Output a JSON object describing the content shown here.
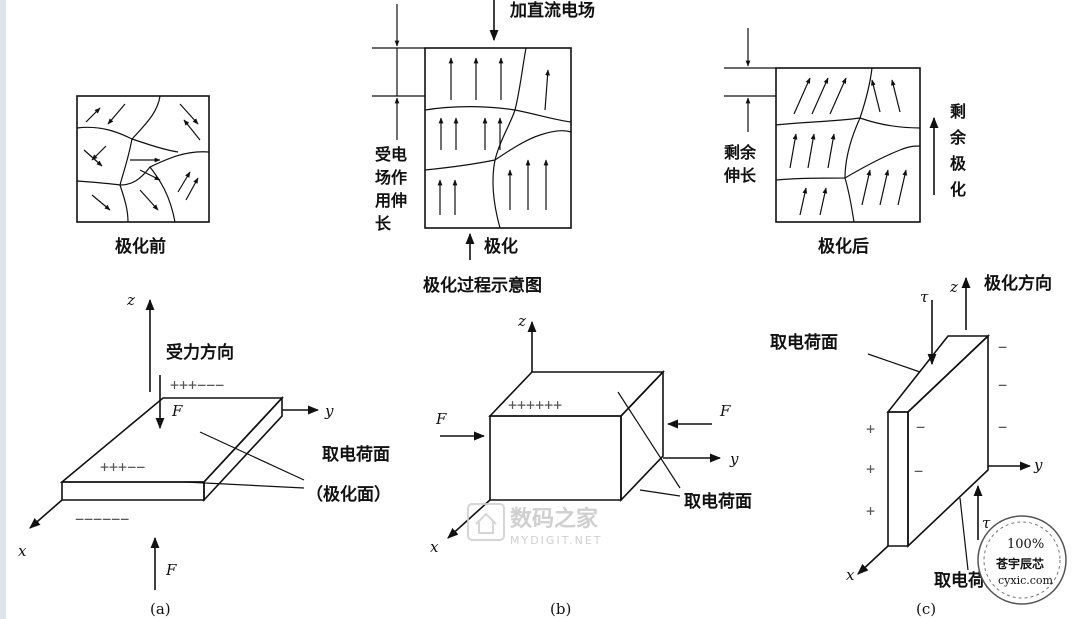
{
  "top_row": {
    "before": {
      "label": "极化前"
    },
    "process": {
      "top_label": "加直流电场",
      "bottom_label": "极化",
      "side_label_lines": [
        "受电",
        "场作",
        "用伸",
        "长"
      ],
      "caption": "极化过程示意图"
    },
    "after": {
      "label": "极化后",
      "left_label_lines": [
        "剩余",
        "伸长"
      ],
      "right_label_chars": [
        "剩",
        "余",
        "极",
        "化"
      ]
    }
  },
  "panel_a": {
    "axis_z": "z",
    "axis_y": "y",
    "axis_x": "x",
    "force_top": "F",
    "force_bottom": "F",
    "force_dir_label": "受力方向",
    "top_charges": "+++−−−",
    "face_charges": "+++−−",
    "bottom_charges": "−−−−−−",
    "electrode_label": "取电荷面",
    "pole_label": "（极化面）",
    "caption": "(a)"
  },
  "panel_b": {
    "axis_z": "z",
    "axis_y": "y",
    "axis_x": "x",
    "force_left": "F",
    "force_right": "F",
    "top_charges": "++++++",
    "electrode_label": "取电荷面",
    "caption": "(b)"
  },
  "panel_c": {
    "axis_z": "z",
    "axis_y": "y",
    "axis_x": "x",
    "tau_top": "τ",
    "tau_bottom": "τ",
    "polar_dir_label": "极化方向",
    "electrode_top_label": "取电荷面",
    "electrode_bottom_label": "取电荷面",
    "plus_signs": [
      "+",
      "+",
      "+"
    ],
    "minus_signs": [
      "−",
      "−",
      "−",
      "−",
      "−"
    ],
    "caption": "(c)"
  },
  "watermark": {
    "cn": "数码之家",
    "en": "MYDIGIT.NET"
  },
  "stamp": {
    "top": "100%",
    "middle": "苍宇辰芯",
    "bottom": "cyxic.com"
  }
}
